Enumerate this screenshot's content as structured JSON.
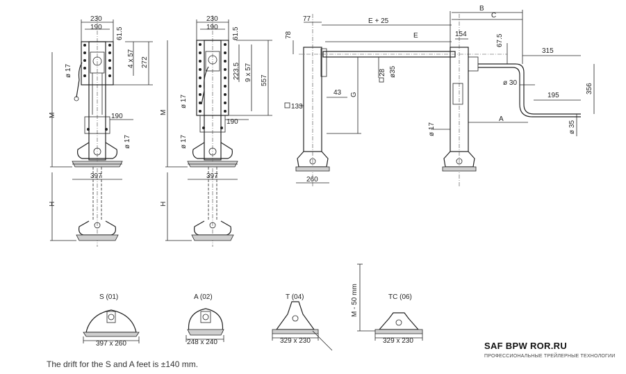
{
  "front_view_1": {
    "dims": {
      "top_width": "230",
      "inner_width": "190",
      "dim_61_5": "61.5",
      "hole_pattern": "4 x 57",
      "height_272": "272",
      "dia_17_a": "ø 17",
      "width_190": "190",
      "dia_17_b": "ø 17",
      "foot_width": "397",
      "label_M": "M",
      "label_H": "H"
    }
  },
  "front_view_2": {
    "dims": {
      "top_width": "230",
      "inner_width": "190",
      "dim_61_5": "61.5",
      "dim_223_5": "223.5",
      "hole_pattern": "9 x 57",
      "height_557": "557",
      "dia_17_a": "ø 17",
      "dia_17_b": "ø 17",
      "width_190": "190",
      "foot_width": "397",
      "label_M": "M",
      "label_H": "H"
    }
  },
  "side_view": {
    "dims": {
      "dim_77": "77",
      "dim_78": "78",
      "dim_E_plus_25": "E + 25",
      "dim_E": "E",
      "dim_154": "154",
      "dim_B": "B",
      "dim_C": "C",
      "dim_67_5": "67.5",
      "dim_315": "315",
      "dim_356": "356",
      "dim_dia30": "ø 30",
      "dim_195": "195",
      "dim_dia35": "ø 35",
      "dim_A": "A",
      "dim_28": "28",
      "dim_dia35_b": "ø35",
      "dim_43": "43",
      "dim_G": "G",
      "dim_133": "133",
      "dim_dia17": "ø 17",
      "dim_260": "260"
    }
  },
  "feet": {
    "m_label": "M - 50 mm",
    "items": [
      {
        "name": "S (01)",
        "size": "397 x 260"
      },
      {
        "name": "A (02)",
        "size": "248 x 240"
      },
      {
        "name": "T (04)",
        "size": "329 x 230"
      },
      {
        "name": "TC (06)",
        "size": "329 x 230"
      }
    ]
  },
  "footnote": "The drift for the S and A feet is ±140 mm.",
  "brand": {
    "title": "SAF BPW ROR.RU",
    "subtitle": "ПРОФЕССИОНАЛЬНЫЕ ТРЕЙЛЕРНЫЕ ТЕХНОЛОГИИ"
  }
}
